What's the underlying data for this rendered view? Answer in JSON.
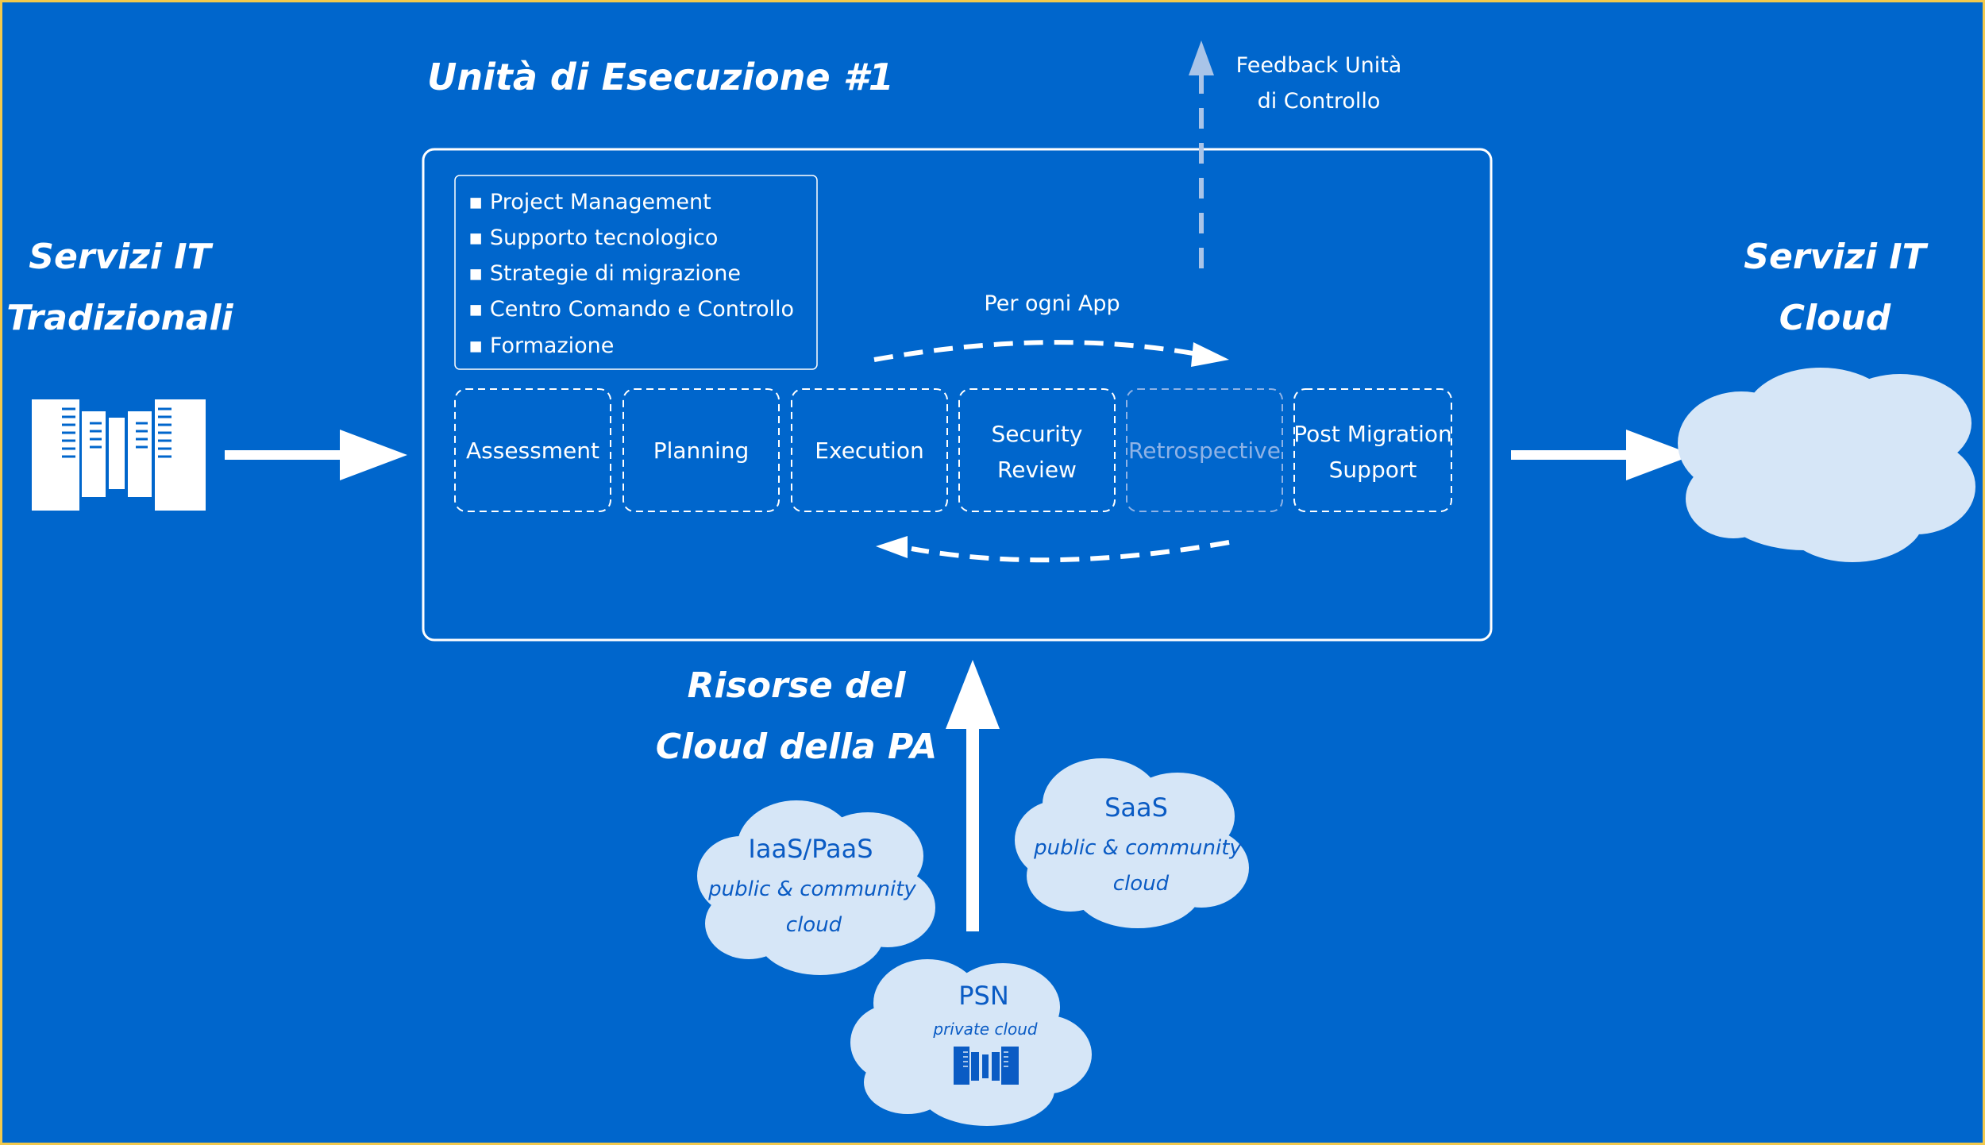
{
  "title": "Unità di Esecuzione #1",
  "left_label": {
    "line1": "Servizi IT",
    "line2": "Tradizionali"
  },
  "right_label": {
    "line1": "Servizi IT",
    "line2": "Cloud"
  },
  "services_list": [
    "Project Management",
    "Supporto tecnologico",
    "Strategie di migrazione",
    "Centro Comando e Controllo",
    "Formazione"
  ],
  "loop_label": "Per ogni App",
  "feedback_label": {
    "line1": "Feedback Unità",
    "line2": "di Controllo"
  },
  "phases": [
    {
      "line1": "Assessment",
      "line2": ""
    },
    {
      "line1": "Planning",
      "line2": ""
    },
    {
      "line1": "Execution",
      "line2": ""
    },
    {
      "line1": "Security",
      "line2": "Review"
    },
    {
      "line1": "Retrospective",
      "line2": ""
    },
    {
      "line1": "Post Migration",
      "line2": "Support"
    }
  ],
  "resources_label": {
    "line1": "Risorse del",
    "line2": "Cloud della PA"
  },
  "clouds": {
    "iaas": {
      "title": "IaaS/PaaS",
      "line1": "public & community",
      "line2": "cloud"
    },
    "saas": {
      "title": "SaaS",
      "line1": "public & community",
      "line2": "cloud"
    },
    "psn": {
      "title": "PSN",
      "subtitle": "private cloud"
    }
  },
  "colors": {
    "background": "#0066cc",
    "white": "#ffffff",
    "cloud_fill": "#d6e6f7",
    "cloud_text": "#0a5bc4",
    "dim_text": "#8fb3e6",
    "frame": "#f2c94c"
  }
}
